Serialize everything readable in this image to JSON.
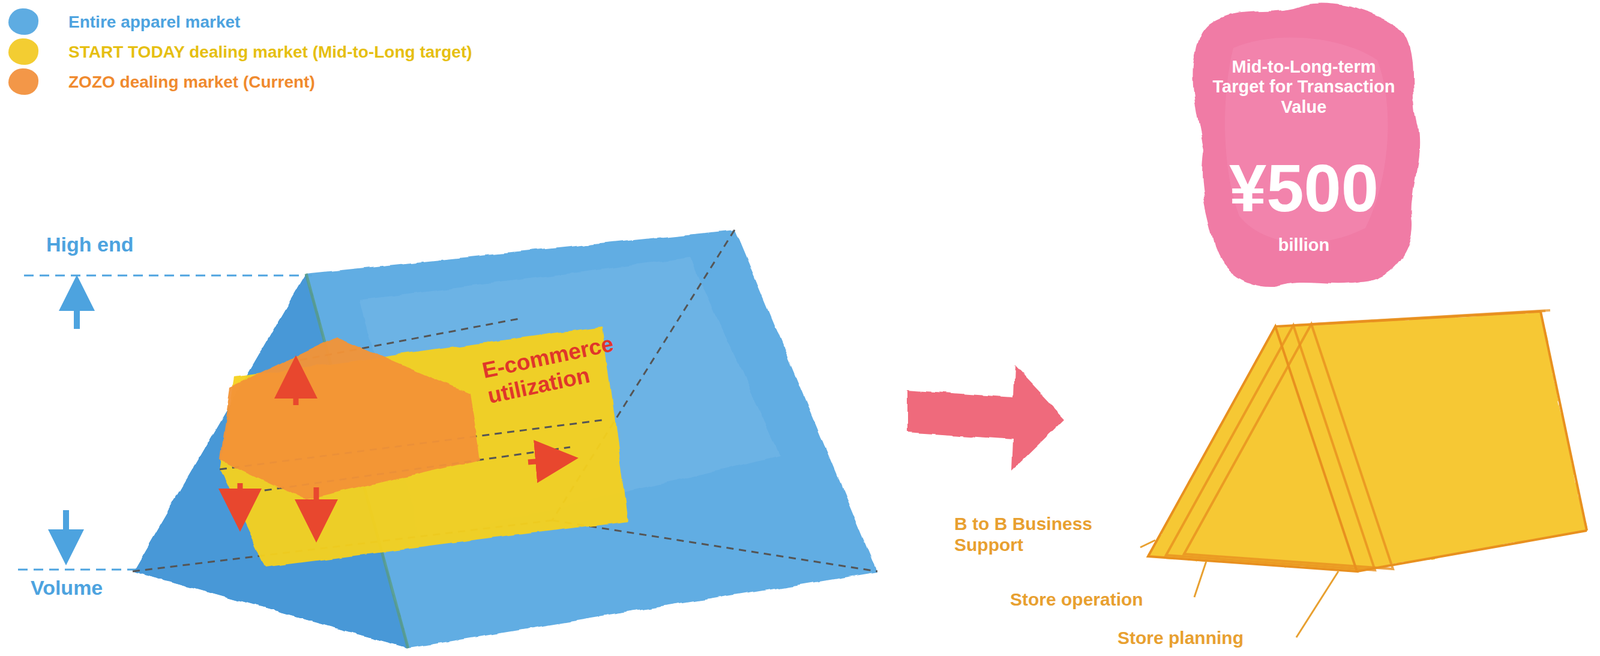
{
  "diagram": {
    "nodes": [
      {
        "text": [
          "Mid-to-Long-term Target for Transaction Value",
          "¥500",
          "billion"
        ]
      }
    ],
    "labels": [
      "High end",
      "Volume",
      "E-commerce utilization",
      "B to B Business Support",
      "Store operation",
      "Store planning"
    ],
    "legend": [
      {
        "text": "Entire apparel market",
        "color": "#4da3df"
      },
      {
        "text": "START TODAY dealing market (Mid-to-Long target)",
        "color": "#f2c81c"
      },
      {
        "text": "ZOZO dealing market (Current)",
        "color": "#f28c34"
      }
    ]
  }
}
